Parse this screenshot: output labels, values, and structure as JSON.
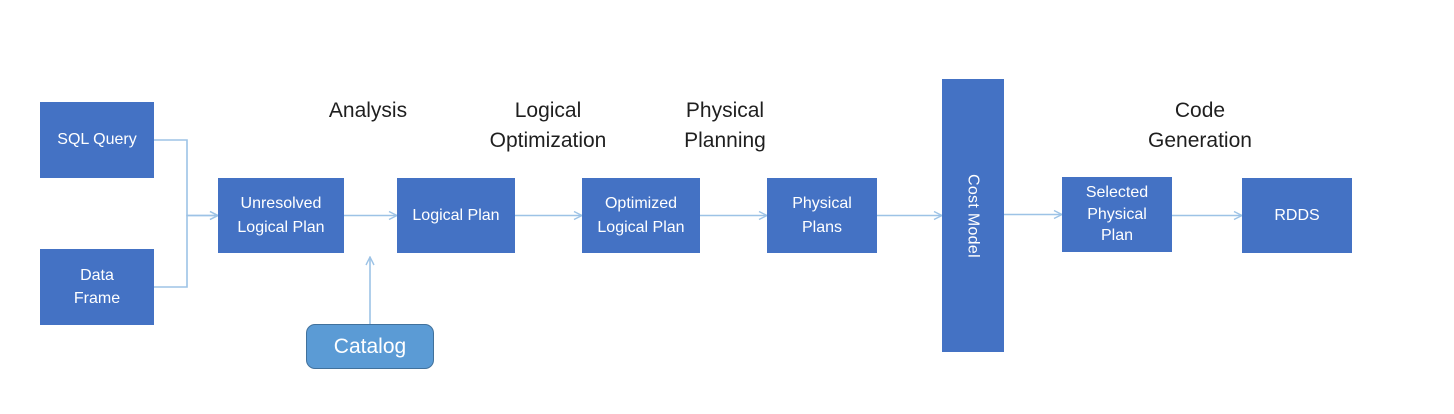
{
  "colors": {
    "box_fill": "#4472c4",
    "catalog_fill": "#5b9bd5",
    "arrow": "#9dc3e6",
    "label_text": "#1f1f1f"
  },
  "stage_labels": {
    "analysis": "Analysis",
    "logical_optimization": "Logical\nOptimization",
    "physical_planning": "Physical\nPlanning",
    "code_generation": "Code\nGeneration"
  },
  "nodes": {
    "sql_query": "SQL Query",
    "data_frame": "Data\nFrame",
    "unresolved_logical_plan": "Unresolved\nLogical Plan",
    "logical_plan": "Logical Plan",
    "optimized_logical_plan": "Optimized\nLogical Plan",
    "physical_plans": "Physical\nPlans",
    "cost_model": "Cost Model",
    "selected_physical_plan": "Selected\nPhysical\nPlan",
    "rdds": "RDDS",
    "catalog": "Catalog"
  },
  "edges": [
    {
      "from": "sql_query",
      "to": "unresolved_logical_plan"
    },
    {
      "from": "data_frame",
      "to": "unresolved_logical_plan"
    },
    {
      "from": "unresolved_logical_plan",
      "to": "logical_plan"
    },
    {
      "from": "catalog",
      "to": "logical_plan"
    },
    {
      "from": "logical_plan",
      "to": "optimized_logical_plan"
    },
    {
      "from": "optimized_logical_plan",
      "to": "physical_plans"
    },
    {
      "from": "physical_plans",
      "to": "cost_model"
    },
    {
      "from": "cost_model",
      "to": "selected_physical_plan"
    },
    {
      "from": "selected_physical_plan",
      "to": "rdds"
    }
  ]
}
